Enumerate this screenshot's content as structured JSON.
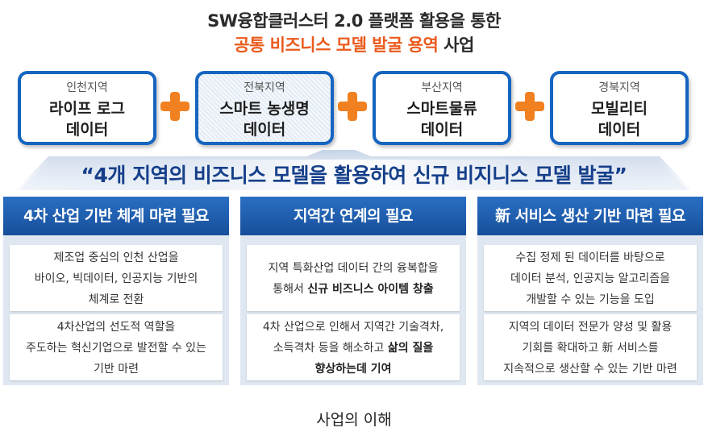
{
  "title": {
    "line1": "SW융합클러스터 2.0 플랫폼 활용을 통한",
    "line2_accent": "공통 비즈니스 모델 발굴 용역",
    "line2_rest": " 사업"
  },
  "regions": [
    {
      "name": "인천지역",
      "data_line1": "라이프 로그",
      "data_line2": "데이터"
    },
    {
      "name": "전북지역",
      "data_line1": "스마트 농생명",
      "data_line2": "데이터"
    },
    {
      "name": "부산지역",
      "data_line1": "스마트물류",
      "data_line2": "데이터"
    },
    {
      "name": "경북지역",
      "data_line1": "모빌리티",
      "data_line2": "데이터"
    }
  ],
  "banner": "“4개 지역의 비즈니스 모델을 활용하여 신규 비지니스 모델 발굴”",
  "columns": [
    {
      "header": "4차 산업 기반 체계 마련 필요",
      "cards": [
        {
          "l1": "제조업 중심의 인천 산업을",
          "l2": "바이오, 빅데이터, 인공지능 기반의",
          "l3": "체계로 전환"
        },
        {
          "l1": "4차산업의 선도적 역할을",
          "l2": "주도하는 혁신기업으로 발전할 수 있는",
          "l3": "기반 마련"
        }
      ]
    },
    {
      "header": "지역간 연계의  필요",
      "cards": [
        {
          "l1": "지역 특화산업 데이터 간의 융복합을",
          "l2a": "통해서 ",
          "l2b": "신규 비즈니스 아이템 창출"
        },
        {
          "l1": "4차 산업으로 인해서 지역간 기술격차,",
          "l2a": "소득격차 등을 해소하고 ",
          "l2b": "삶의 질을",
          "l3": "향상하는데 기여"
        }
      ]
    },
    {
      "header": "新 서비스 생산 기반 마련 필요",
      "cards": [
        {
          "l1": "수집 정제 된 데이터를  바탕으로",
          "l2": "데이터 분석, 인공지능 알고리즘을",
          "l3": "개발할 수 있는 기능을 도입"
        },
        {
          "l1": "지역의 데이터 전문가 양성 및 활용",
          "l2": "기회를 확대하고 新 서비스를",
          "l3": "지속적으로 생산할 수 있는 기반 마련"
        }
      ]
    }
  ],
  "caption": "사업의 이해",
  "colors": {
    "accent": "#ea5a1c",
    "blue": "#1565c0",
    "plus": "#f08020",
    "banner_text": "#153f8a"
  }
}
